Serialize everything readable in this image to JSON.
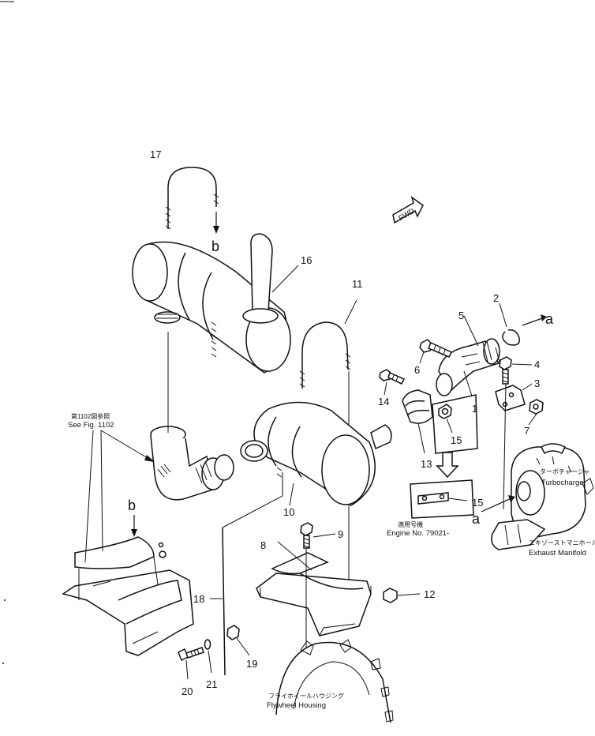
{
  "callouts": {
    "n1": "1",
    "n2": "2",
    "n3": "3",
    "n4": "4",
    "n5": "5",
    "n6": "6",
    "n7": "7",
    "n8": "8",
    "n9": "9",
    "n10": "10",
    "n11": "11",
    "n12": "12",
    "n13": "13",
    "n14": "14",
    "n15a": "15",
    "n15b": "15",
    "n16": "16",
    "n17": "17",
    "n18": "18",
    "n19": "19",
    "n20": "20",
    "n21": "21"
  },
  "markers": {
    "a_top": "a",
    "a_left": "a",
    "b_top": "b",
    "b_left": "b"
  },
  "notes": {
    "fwd": "FWD",
    "see_fig_jp": "第1102図参照",
    "see_fig_en": "See Fig. 1102",
    "engine_jp": "適用号機",
    "engine_en": "Engine No. 79021-",
    "turbo_jp": "ターボチャージャ",
    "turbo_en": "Turbocharger",
    "exhaust_jp": "エキゾーストマニホールド",
    "exhaust_en": "Exhaust Manifold",
    "flywheel_jp": "フライホイールハウジング",
    "flywheel_en": "Flywheel Housing"
  }
}
